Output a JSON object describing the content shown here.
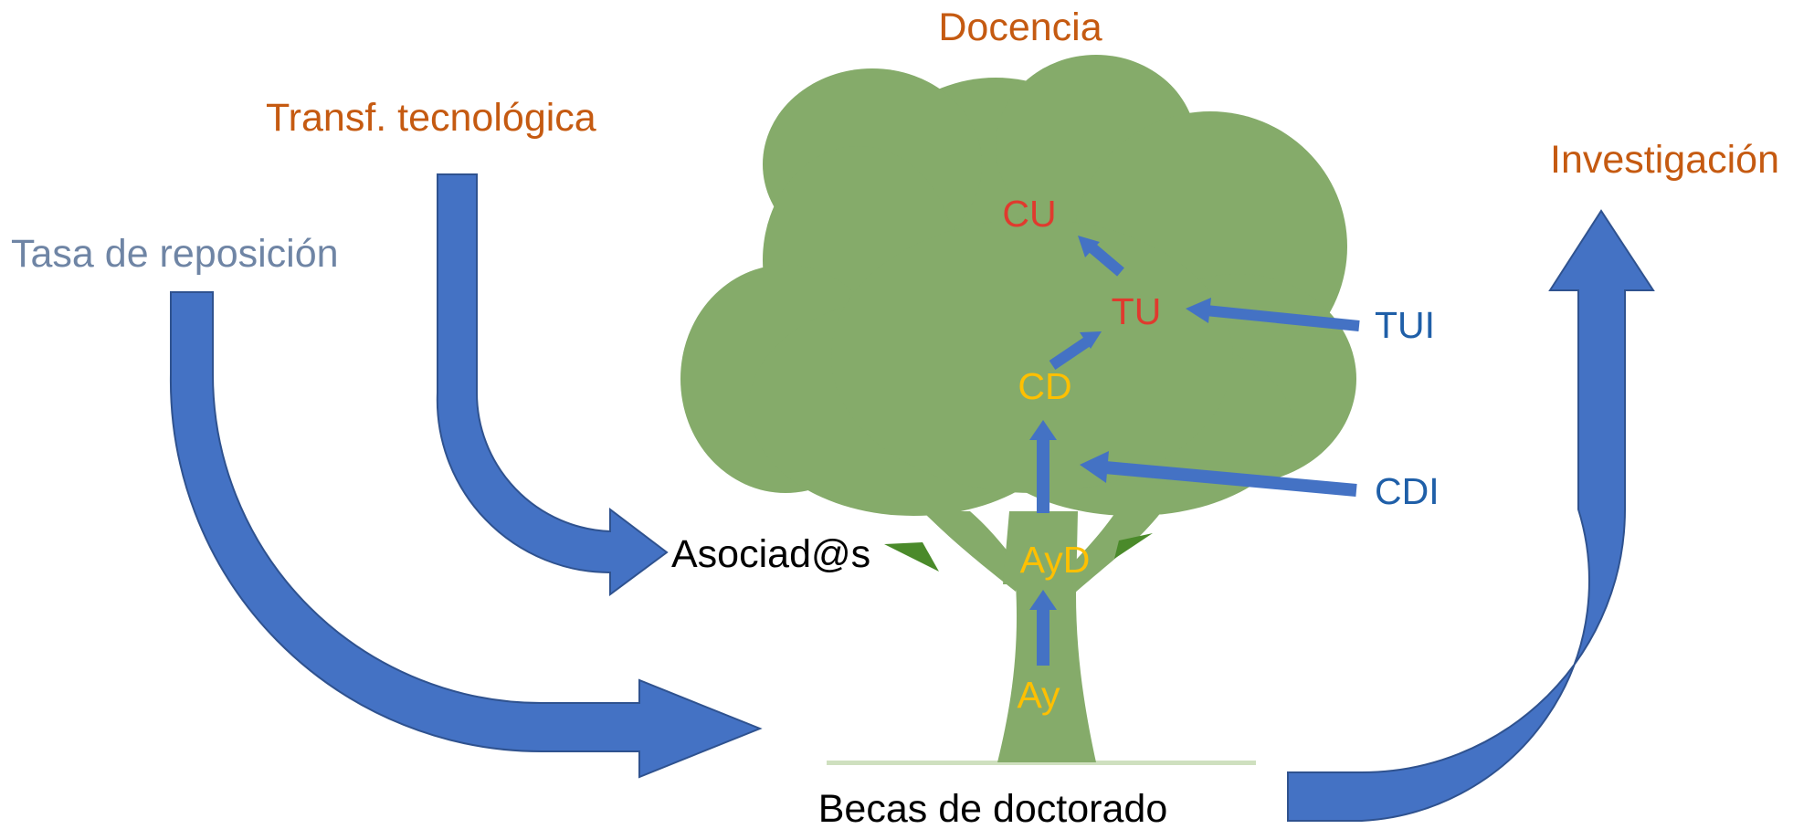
{
  "colors": {
    "category": "#c55a11",
    "tasa": "#6f85a5",
    "rank_senior": "#e03a2e",
    "rank_junior": "#ffc000",
    "program": "#1f5fa8",
    "neutral": "#000000",
    "arrow_fill": "#4472c4",
    "arrow_stroke": "#2f528f",
    "tree_canopy": "#85ab6a",
    "tree_dark": "#4a8a2a"
  },
  "labels": {
    "docencia": "Docencia",
    "transferencia": "Transf. tecnológica",
    "investigacion": "Investigación",
    "tasa": "Tasa de reposición",
    "asociados": "Asociad@s",
    "becas": "Becas de doctorado"
  },
  "ranks": {
    "cu": "CU",
    "tu": "TU",
    "cd": "CD",
    "ayd": "AyD",
    "ay": "Ay"
  },
  "programs": {
    "tui": "TUI",
    "cdi": "CDI"
  },
  "icons": {
    "tree": "tree-icon",
    "arrows": "block-arrow"
  }
}
